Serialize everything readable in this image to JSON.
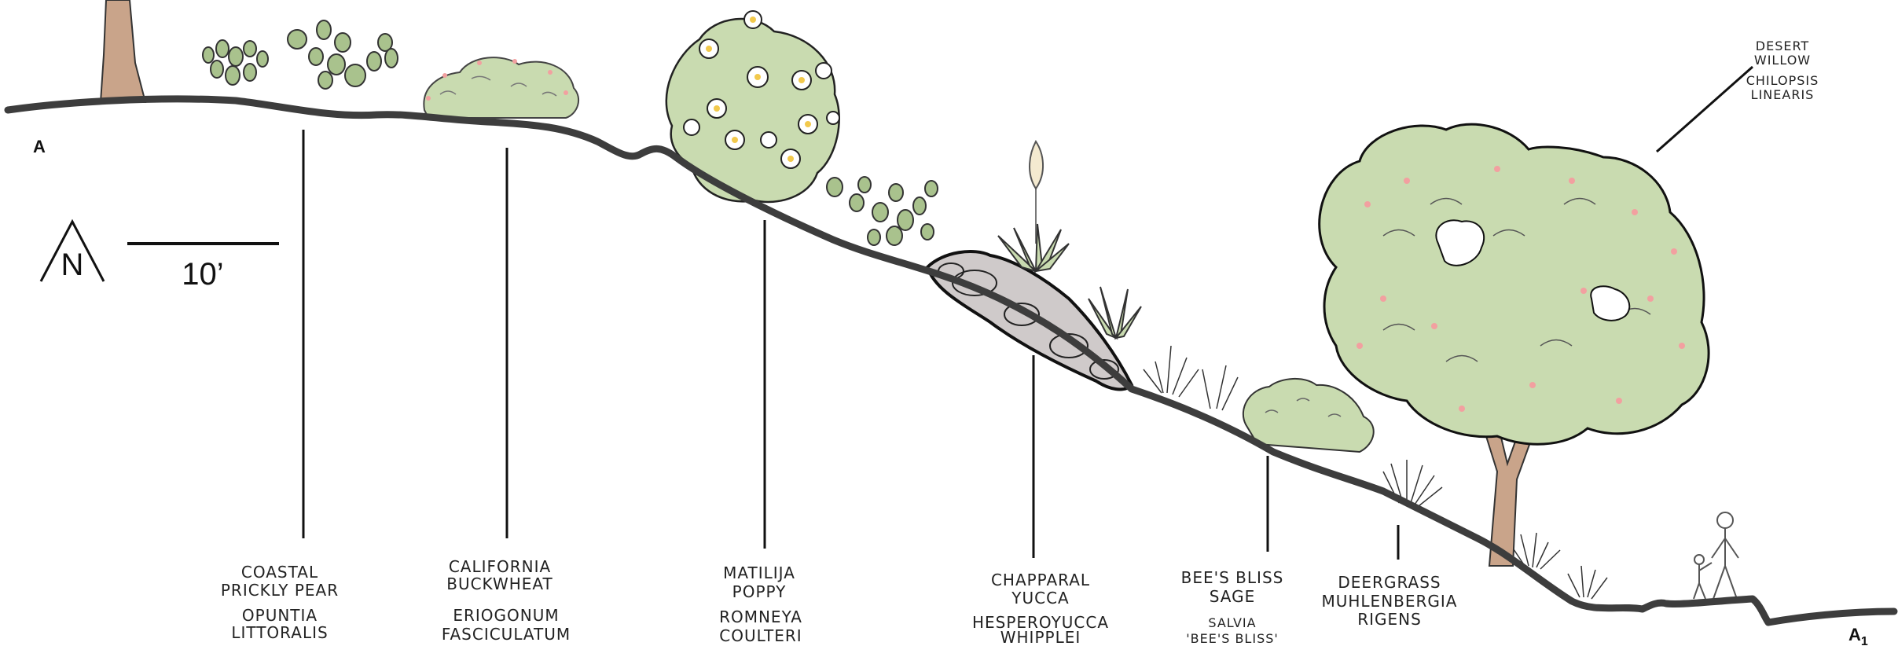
{
  "section": {
    "start_marker": "A",
    "end_marker": "A",
    "end_marker_sub": "1"
  },
  "north_arrow": {
    "letter": "N"
  },
  "scale_bar": {
    "label": "10’"
  },
  "plants": [
    {
      "id": "prickly-pear",
      "common": [
        "COASTAL",
        "PRICKLY PEAR"
      ],
      "scientific": [
        "OPUNTIA",
        "LITTORALIS"
      ]
    },
    {
      "id": "buckwheat",
      "common": [
        "CALIFORNIA",
        "BUCKWHEAT"
      ],
      "scientific": [
        "ERIOGONUM",
        "FASCICULATUM"
      ]
    },
    {
      "id": "matilija",
      "common": [
        "MATILIJA",
        "POPPY"
      ],
      "scientific": [
        "ROMNEYA",
        "COULTERI"
      ]
    },
    {
      "id": "yucca",
      "common": [
        "CHAPPARAL",
        "YUCCA"
      ],
      "scientific": [
        "HESPEROYUCCA",
        "WHIPPLEI"
      ]
    },
    {
      "id": "sage",
      "common": [
        "BEE'S BLISS",
        "SAGE"
      ],
      "scientific": [
        "SALVIA",
        "'BEE'S BLISS'"
      ]
    },
    {
      "id": "deergrass",
      "common": [
        "DEERGRASS"
      ],
      "scientific": [
        "MUHLENBERGIA",
        "RIGENS"
      ]
    },
    {
      "id": "willow",
      "common": [
        "DESERT",
        "WILLOW"
      ],
      "scientific": [
        "CHILOPSIS",
        "LINEARIS"
      ]
    }
  ],
  "colors": {
    "ground": "#3d3d3d",
    "foliage": "#c9dbb0",
    "foliage_dark": "#a9c28d",
    "trunk": "#c9a48a",
    "rock": "#cfcaca",
    "blossom": "#f2a0a0",
    "flower_center": "#f2c94c"
  }
}
